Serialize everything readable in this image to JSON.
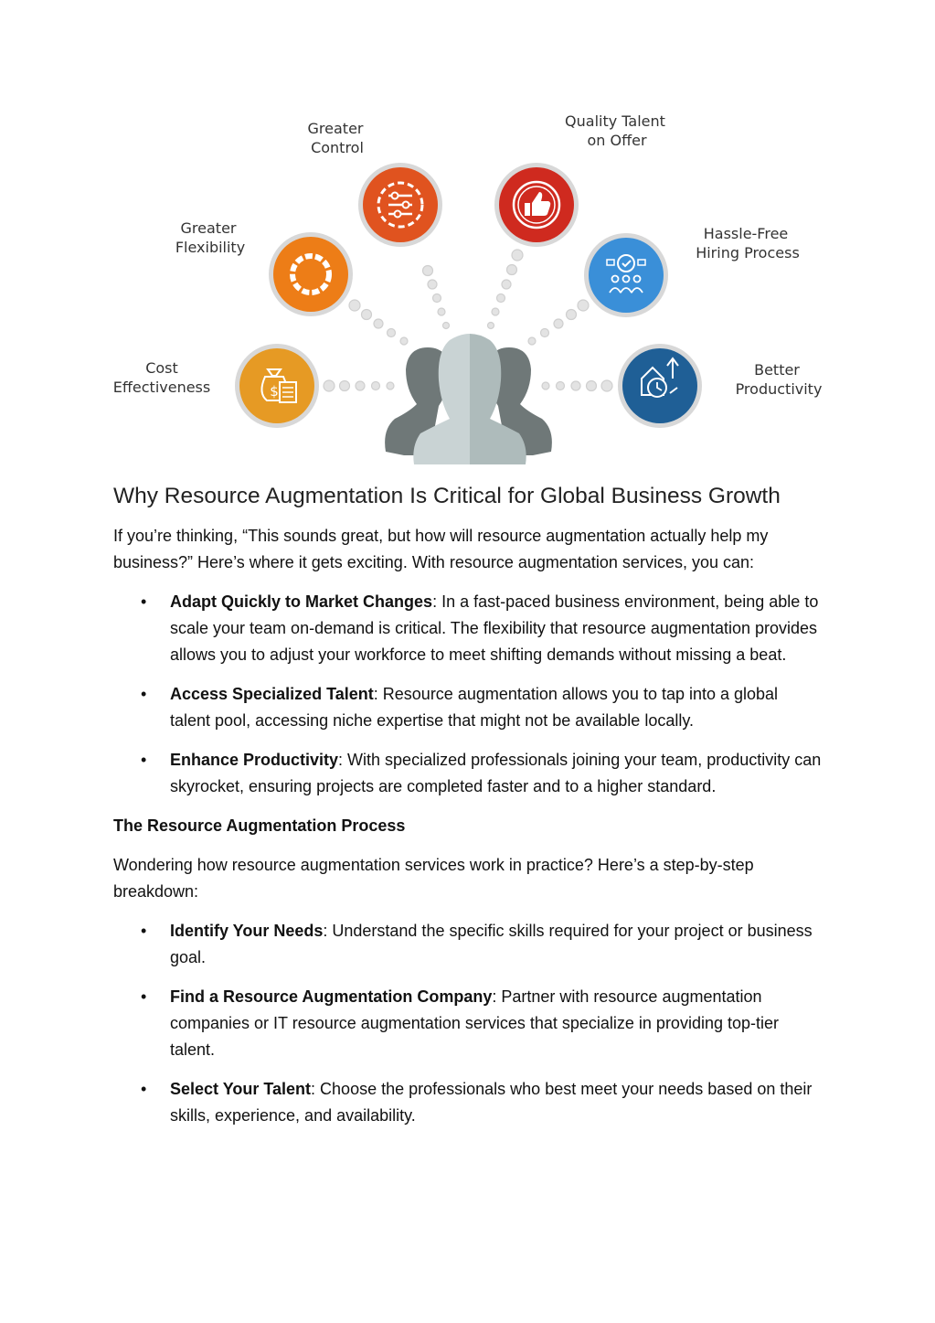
{
  "infographic": {
    "labels": {
      "greater_control": [
        "Greater",
        "Control"
      ],
      "quality_talent": [
        "Quality Talent",
        "on Offer"
      ],
      "greater_flexibility": [
        "Greater",
        "Flexibility"
      ],
      "hassle_free": [
        "Hassle-Free",
        "Hiring Process"
      ],
      "cost_effectiveness": [
        "Cost",
        "Effectiveness"
      ],
      "better_productivity": [
        "Better",
        "Productivity"
      ]
    },
    "icons": [
      "gear-sliders-icon",
      "thumbs-up-icon",
      "ring-icon",
      "team-check-icon",
      "money-bag-icon",
      "productivity-icon",
      "people-silhouette-icon"
    ],
    "colors": {
      "control": "#e0531f",
      "quality": "#cf2a1f",
      "flexibility": "#ed7d17",
      "hassle": "#3a8fd8",
      "cost": "#e69a24",
      "productivity": "#1f5f96"
    }
  },
  "article": {
    "title": "Why Resource Augmentation Is Critical for Global Business Growth",
    "intro": "If you’re thinking, “This sounds great, but how will resource augmentation actually help my business?” Here’s where it gets exciting. With resource augmentation services, you can:",
    "benefits": [
      {
        "term": "Adapt Quickly to Market Changes",
        "text": ": In a fast-paced business environment, being able to scale your team on-demand is critical. The flexibility that resource augmentation provides allows you to adjust your workforce to meet shifting demands without missing a beat."
      },
      {
        "term": "Access Specialized Talent",
        "text": ": Resource augmentation allows you to tap into a global talent pool, accessing niche expertise that might not be available locally."
      },
      {
        "term": "Enhance Productivity",
        "text": ": With specialized professionals joining your team, productivity can skyrocket, ensuring projects are completed faster and to a higher standard."
      }
    ],
    "process_heading": "The Resource Augmentation Process",
    "process_intro": "Wondering how resource augmentation services work in practice? Here’s a step-by-step breakdown:",
    "steps": [
      {
        "term": "Identify Your Needs",
        "text": ": Understand the specific skills required for your project or business goal."
      },
      {
        "term": "Find a Resource Augmentation Company",
        "text": ": Partner with resource augmentation companies or IT resource augmentation services that specialize in providing top-tier talent."
      },
      {
        "term": "Select Your Talent",
        "text": ": Choose the professionals who best meet your needs based on their skills, experience, and availability."
      }
    ]
  }
}
